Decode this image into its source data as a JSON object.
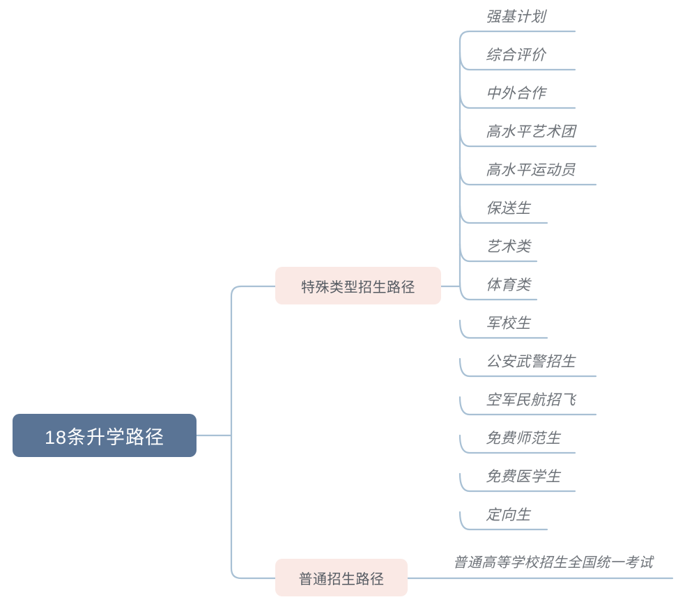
{
  "map": {
    "title": "18条升学路径",
    "root": {
      "label": "18条升学路径",
      "fill": "#5a7495",
      "text_color": "#ffffff"
    },
    "branches": [
      {
        "id": "special",
        "label": "特殊类型招生路径",
        "fill": "#fae9e5",
        "text_color": "#555b62",
        "children": [
          {
            "label": "强基计划"
          },
          {
            "label": "综合评价"
          },
          {
            "label": "中外合作"
          },
          {
            "label": "高水平艺术团"
          },
          {
            "label": "高水平运动员"
          },
          {
            "label": "保送生"
          },
          {
            "label": "艺术类"
          },
          {
            "label": "体育类"
          },
          {
            "label": "军校生"
          },
          {
            "label": "公安武警招生"
          },
          {
            "label": "空军民航招飞"
          },
          {
            "label": "免费师范生"
          },
          {
            "label": "免费医学生"
          },
          {
            "label": "定向生"
          }
        ]
      },
      {
        "id": "normal",
        "label": "普通招生路径",
        "fill": "#fae9e5",
        "text_color": "#555b62",
        "children": [
          {
            "label": "普通高等学校招生全国统一考试"
          }
        ]
      }
    ],
    "connector_color": "#a8c0d4",
    "leaf_text_color": "#6d7278"
  }
}
